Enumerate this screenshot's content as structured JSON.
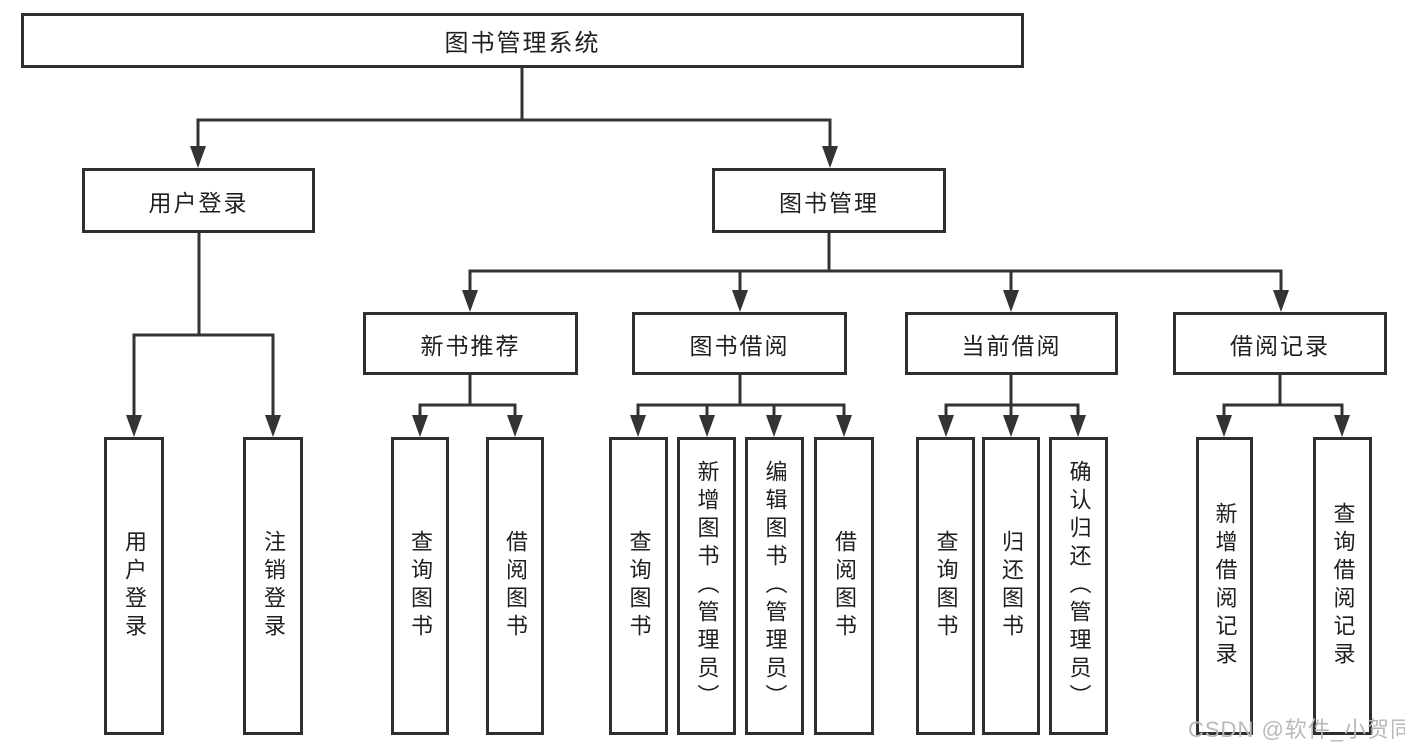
{
  "meta": {
    "watermark": "CSDN @软件_小贺同学"
  },
  "colors": {
    "line": "#333333",
    "box_border": "#2f2f2f",
    "text": "#1f1f1f",
    "watermark": "#b9b9b9",
    "background": "#ffffff"
  },
  "tree": {
    "root": "图书管理系统",
    "branches": [
      {
        "label": "用户登录",
        "children": [
          "用户登录",
          "注销登录"
        ]
      },
      {
        "label": "图书管理",
        "groups": [
          {
            "label": "新书推荐",
            "children": [
              "查询图书",
              "借阅图书"
            ]
          },
          {
            "label": "图书借阅",
            "children": [
              "查询图书",
              "新增图书（管理员）",
              "编辑图书（管理员）",
              "借阅图书"
            ]
          },
          {
            "label": "当前借阅",
            "children": [
              "查询图书",
              "归还图书",
              "确认归还（管理员）"
            ]
          },
          {
            "label": "借阅记录",
            "children": [
              "新增借阅记录",
              "查询借阅记录"
            ]
          }
        ]
      }
    ]
  }
}
